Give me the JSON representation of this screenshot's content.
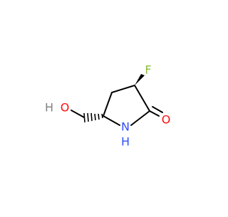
{
  "molecule": {
    "atoms": {
      "fluorine": "F",
      "oxygen_carbonyl": "O",
      "nitrogen": "N",
      "hydrogen_on_nitrogen": "H",
      "oxygen_hydroxyl": "O",
      "hydrogen_on_oxygen": "H"
    },
    "colors": {
      "carbon_bond": "#000000",
      "fluorine": "#8fbc3c",
      "oxygen": "#ff0d0d",
      "nitrogen": "#3050f8",
      "hydrogen_label": "#808080"
    }
  }
}
